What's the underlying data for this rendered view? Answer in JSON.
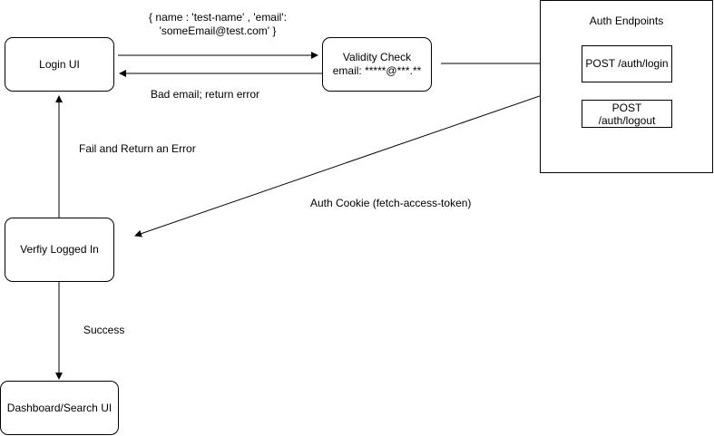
{
  "nodes": {
    "login_ui": "Login UI",
    "validity_check": [
      "Validity Check",
      "email: *****@***.**"
    ],
    "auth_endpoints": "Auth Endpoints",
    "post_login": "POST /auth/login",
    "post_logout": [
      "POST",
      "/auth/logout"
    ],
    "verify_logged_in": "Verfiy Logged In",
    "dashboard": "Dashboard/Search UI"
  },
  "edges": {
    "payload": [
      "{ name :  'test-name' , 'email':",
      "'someEmail@test.com' }"
    ],
    "bad_email": "Bad email; return error",
    "fail_error": "Fail and Return an Error",
    "auth_cookie": "Auth Cookie (fetch-access-token)",
    "success": "Success"
  }
}
